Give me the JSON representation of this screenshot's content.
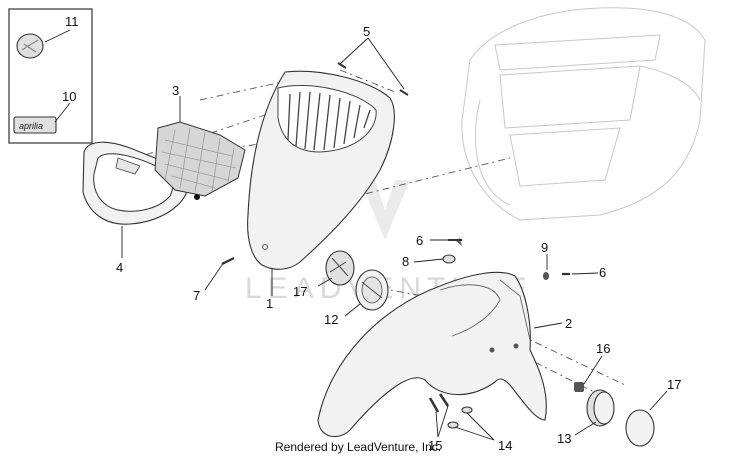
{
  "labels": {
    "n1": "1",
    "n2": "2",
    "n3": "3",
    "n4": "4",
    "n5": "5",
    "n6a": "6",
    "n6b": "6",
    "n7": "7",
    "n8": "8",
    "n9": "9",
    "n10": "10",
    "n11": "11",
    "n12": "12",
    "n13": "13",
    "n14": "14",
    "n15": "15",
    "n16": "16",
    "n17a": "17",
    "n17b": "17"
  },
  "badge_text": "aprilia",
  "watermark": "LEADVENTURE",
  "footer": "Rendered by LeadVenture, Inc."
}
